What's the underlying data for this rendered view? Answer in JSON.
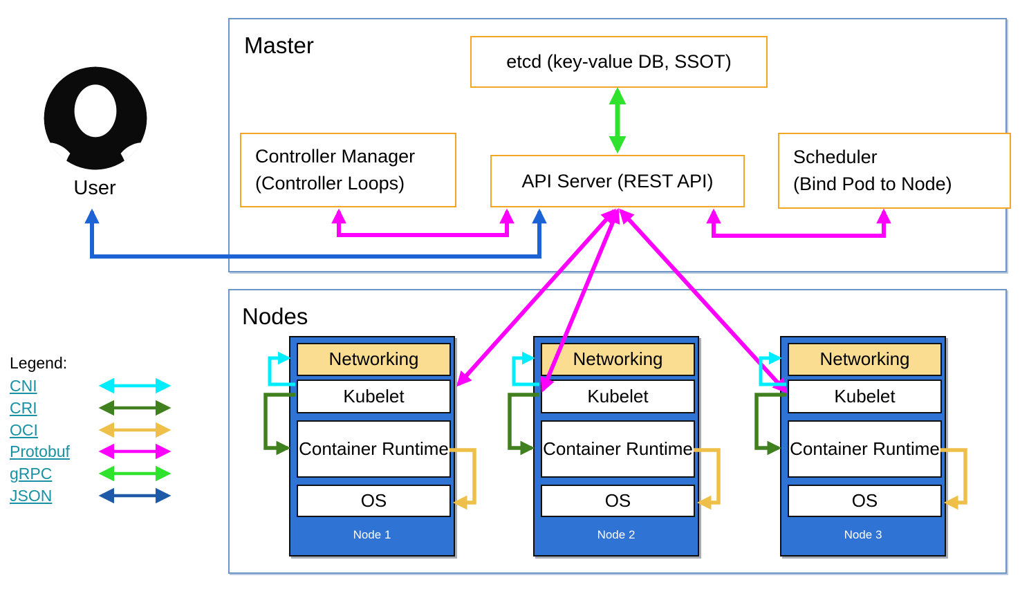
{
  "master": {
    "label": "Master",
    "etcd": "etcd (key-value DB, SSOT)",
    "controller_manager": {
      "line1": "Controller Manager",
      "line2": "(Controller Loops)"
    },
    "api_server": "API Server (REST API)",
    "scheduler": {
      "line1": "Scheduler",
      "line2": "(Bind Pod to Node)"
    }
  },
  "user": {
    "label": "User"
  },
  "nodes": {
    "label": "Nodes",
    "items": [
      {
        "name": "Node 1",
        "networking": "Networking",
        "kubelet": "Kubelet",
        "container_runtime": "Container Runtime",
        "os": "OS"
      },
      {
        "name": "Node 2",
        "networking": "Networking",
        "kubelet": "Kubelet",
        "container_runtime": "Container Runtime",
        "os": "OS"
      },
      {
        "name": "Node 3",
        "networking": "Networking",
        "kubelet": "Kubelet",
        "container_runtime": "Container Runtime",
        "os": "OS"
      }
    ]
  },
  "legend": {
    "title": "Legend:",
    "items": [
      {
        "label": "CNI",
        "color": "#00ecff"
      },
      {
        "label": "CRI",
        "color": "#41801f"
      },
      {
        "label": "OCI",
        "color": "#eec04a"
      },
      {
        "label": "Protobuf",
        "color": "#ff00ff"
      },
      {
        "label": "gRPC",
        "color": "#2ee22e"
      },
      {
        "label": "JSON",
        "color": "#1f5aa8"
      }
    ]
  },
  "colors": {
    "user_api_arrow": "#1d63d6",
    "component_border_orange": "#f5a424",
    "section_border_blue": "#6d96c7",
    "node_fill_blue": "#2f73d4",
    "networking_fill": "#fbdd92",
    "legend_link": "#1791a3"
  }
}
